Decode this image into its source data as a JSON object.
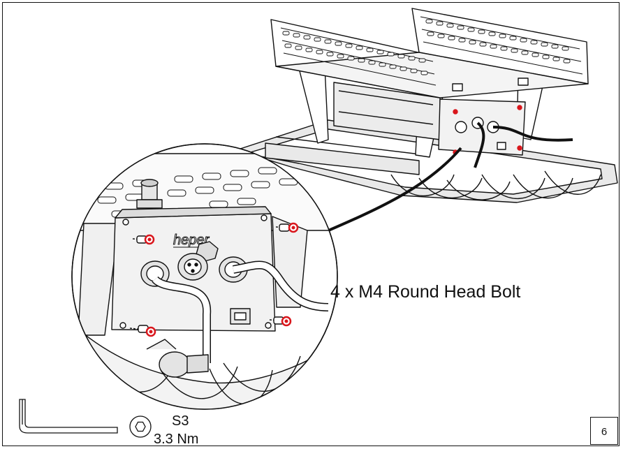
{
  "callout": {
    "text": "4 x M4 Round Head Bolt"
  },
  "tool": {
    "size": "S3",
    "torque": "3.3 Nm",
    "icon": "hex-key-icon",
    "socket_icon": "hex-socket-icon"
  },
  "panel": {
    "brand": "heper"
  },
  "page": {
    "number": "6"
  },
  "colors": {
    "line": "#111111",
    "highlight": "#d9161c",
    "panel_fill": "#f2f2f2"
  }
}
